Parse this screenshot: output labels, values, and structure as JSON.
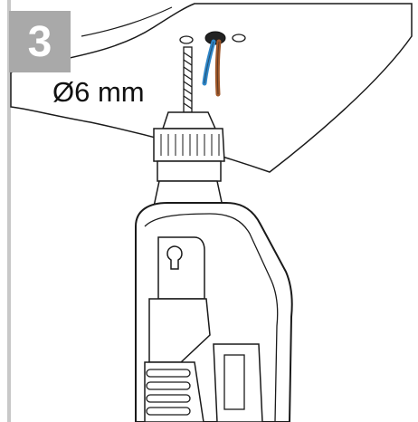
{
  "step": {
    "number": "3"
  },
  "annotation": {
    "drill_size": "Ø6 mm"
  },
  "colors": {
    "badge": "#a9a9a9",
    "wire_blue": "#2e86c8",
    "wire_brown": "#a0582a",
    "line": "#1a1a1a"
  },
  "icons": [
    "ceiling-panel",
    "drill-bit",
    "electric-drill",
    "cable-wires",
    "mounting-hole"
  ]
}
